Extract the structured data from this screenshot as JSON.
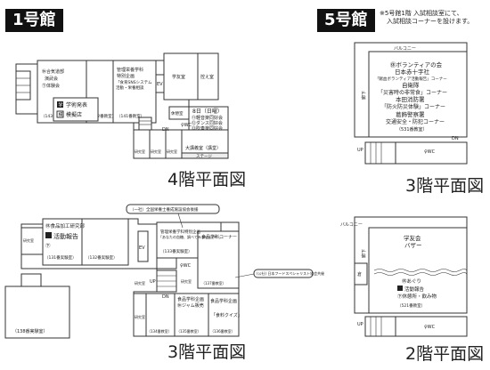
{
  "buildings": {
    "b1": {
      "label": "1号館"
    },
    "b5": {
      "label": "5号館"
    }
  },
  "b5_note": [
    "※5号館1階 入試相談室にて、",
    "入試相談コーナーを設けます。"
  ],
  "floors": {
    "b1_4f": {
      "title": "4階平面図",
      "rooms": {
        "r143_a": "㊡合気道部",
        "r143_b": "演武会",
        "r143_c": "㊦体験会",
        "r143_d": "（143番教室）",
        "r142_d": "（142番教室）",
        "r141_a": "管理栄養学科",
        "r141_b": "特別企画",
        "r141_c": "「食育SNSシステム",
        "r141_d": "活動・栄養相談",
        "r141_e": "（141番教室）",
        "gakuyu": "学友室",
        "shosai": "控え室",
        "ev": "EV",
        "rest": "休憩室",
        "r408_a": "8日（日曜）",
        "r408_b": "⑪軽音楽同好会",
        "r408_c": "⑫ダンス同好会",
        "r408_d": "⑬吹奏楽同好会",
        "dn": "DN",
        "wc": "♀WC",
        "lab1": "研究室",
        "lab2": "研究室",
        "lab3": "研究室",
        "hall": "大講義室（講堂）",
        "stage": "ステージ"
      },
      "legend": [
        {
          "mark": "学",
          "label": "学術発表"
        },
        {
          "mark": "模",
          "label": "模擬店"
        }
      ]
    },
    "b1_3f": {
      "title": "3階平面図",
      "rooms": {
        "callout1": "（一社）全国栄養士養成施設協会後援",
        "callout2": "(公社) 日本フードスペシャリスト協会共催",
        "r131_a": "㊡食品加工研究部",
        "r131_b": "活動報告",
        "r131_c": "㊦",
        "r131_d": "（131番実験室）",
        "r132_d": "（132番実験室）",
        "r133_a": "管理栄養学科特別企画",
        "r133_b": "「あなたの血糖、調べてみませんか？」",
        "r133_c": "（133番実験室）",
        "lab_left": "研究室",
        "ev": "EV",
        "wc": "♀WC",
        "r137_a": "食品学科コーナー",
        "r137_d": "（137番教室）",
        "up": "UP",
        "dn": "DN",
        "lab1": "研究室",
        "lab2": "研究室",
        "lab3": "研究室",
        "r134_d": "（134番教室）",
        "r135_a": "食品学科企画",
        "r135_b": "㊡ジャム販売",
        "r135_e": "（135番教室）",
        "r136_a": "食品学科企画",
        "r136_b": "「食料クイズ」",
        "r136_c": "（136番教室）",
        "r138": "（138番実験室）"
      }
    },
    "b5_3f": {
      "title": "3階平面図",
      "rooms": {
        "balcony": "バルコニー",
        "corridor": "廊下",
        "l1": "㊡ボランティアの会",
        "l2": "日本赤十字社",
        "l3": "「献血ボランティア活動報告」コーナー",
        "l4": "自衛隊",
        "l5": "「災害時の非常食」コーナー",
        "l6": "本田消防署",
        "l7": "「防火防災体験」コーナー",
        "l8": "葛飾警察署",
        "l9": "交通安全・防犯コーナー",
        "l10": "（531番教室）",
        "up": "UP",
        "dn": "DN",
        "wc": "♀WC"
      }
    },
    "b5_2f": {
      "title": "2階平面図",
      "rooms": {
        "balcony": "バルコニー",
        "l1": "学友会",
        "l2": "バザー",
        "corridor": "廊下",
        "kura": "倉",
        "l3": "㊡あぐり",
        "l4": "活動報告",
        "l5": "㊦休憩所・飲み物",
        "l6": "（521番教室）",
        "up": "UP",
        "wc": "♀WC"
      }
    }
  }
}
